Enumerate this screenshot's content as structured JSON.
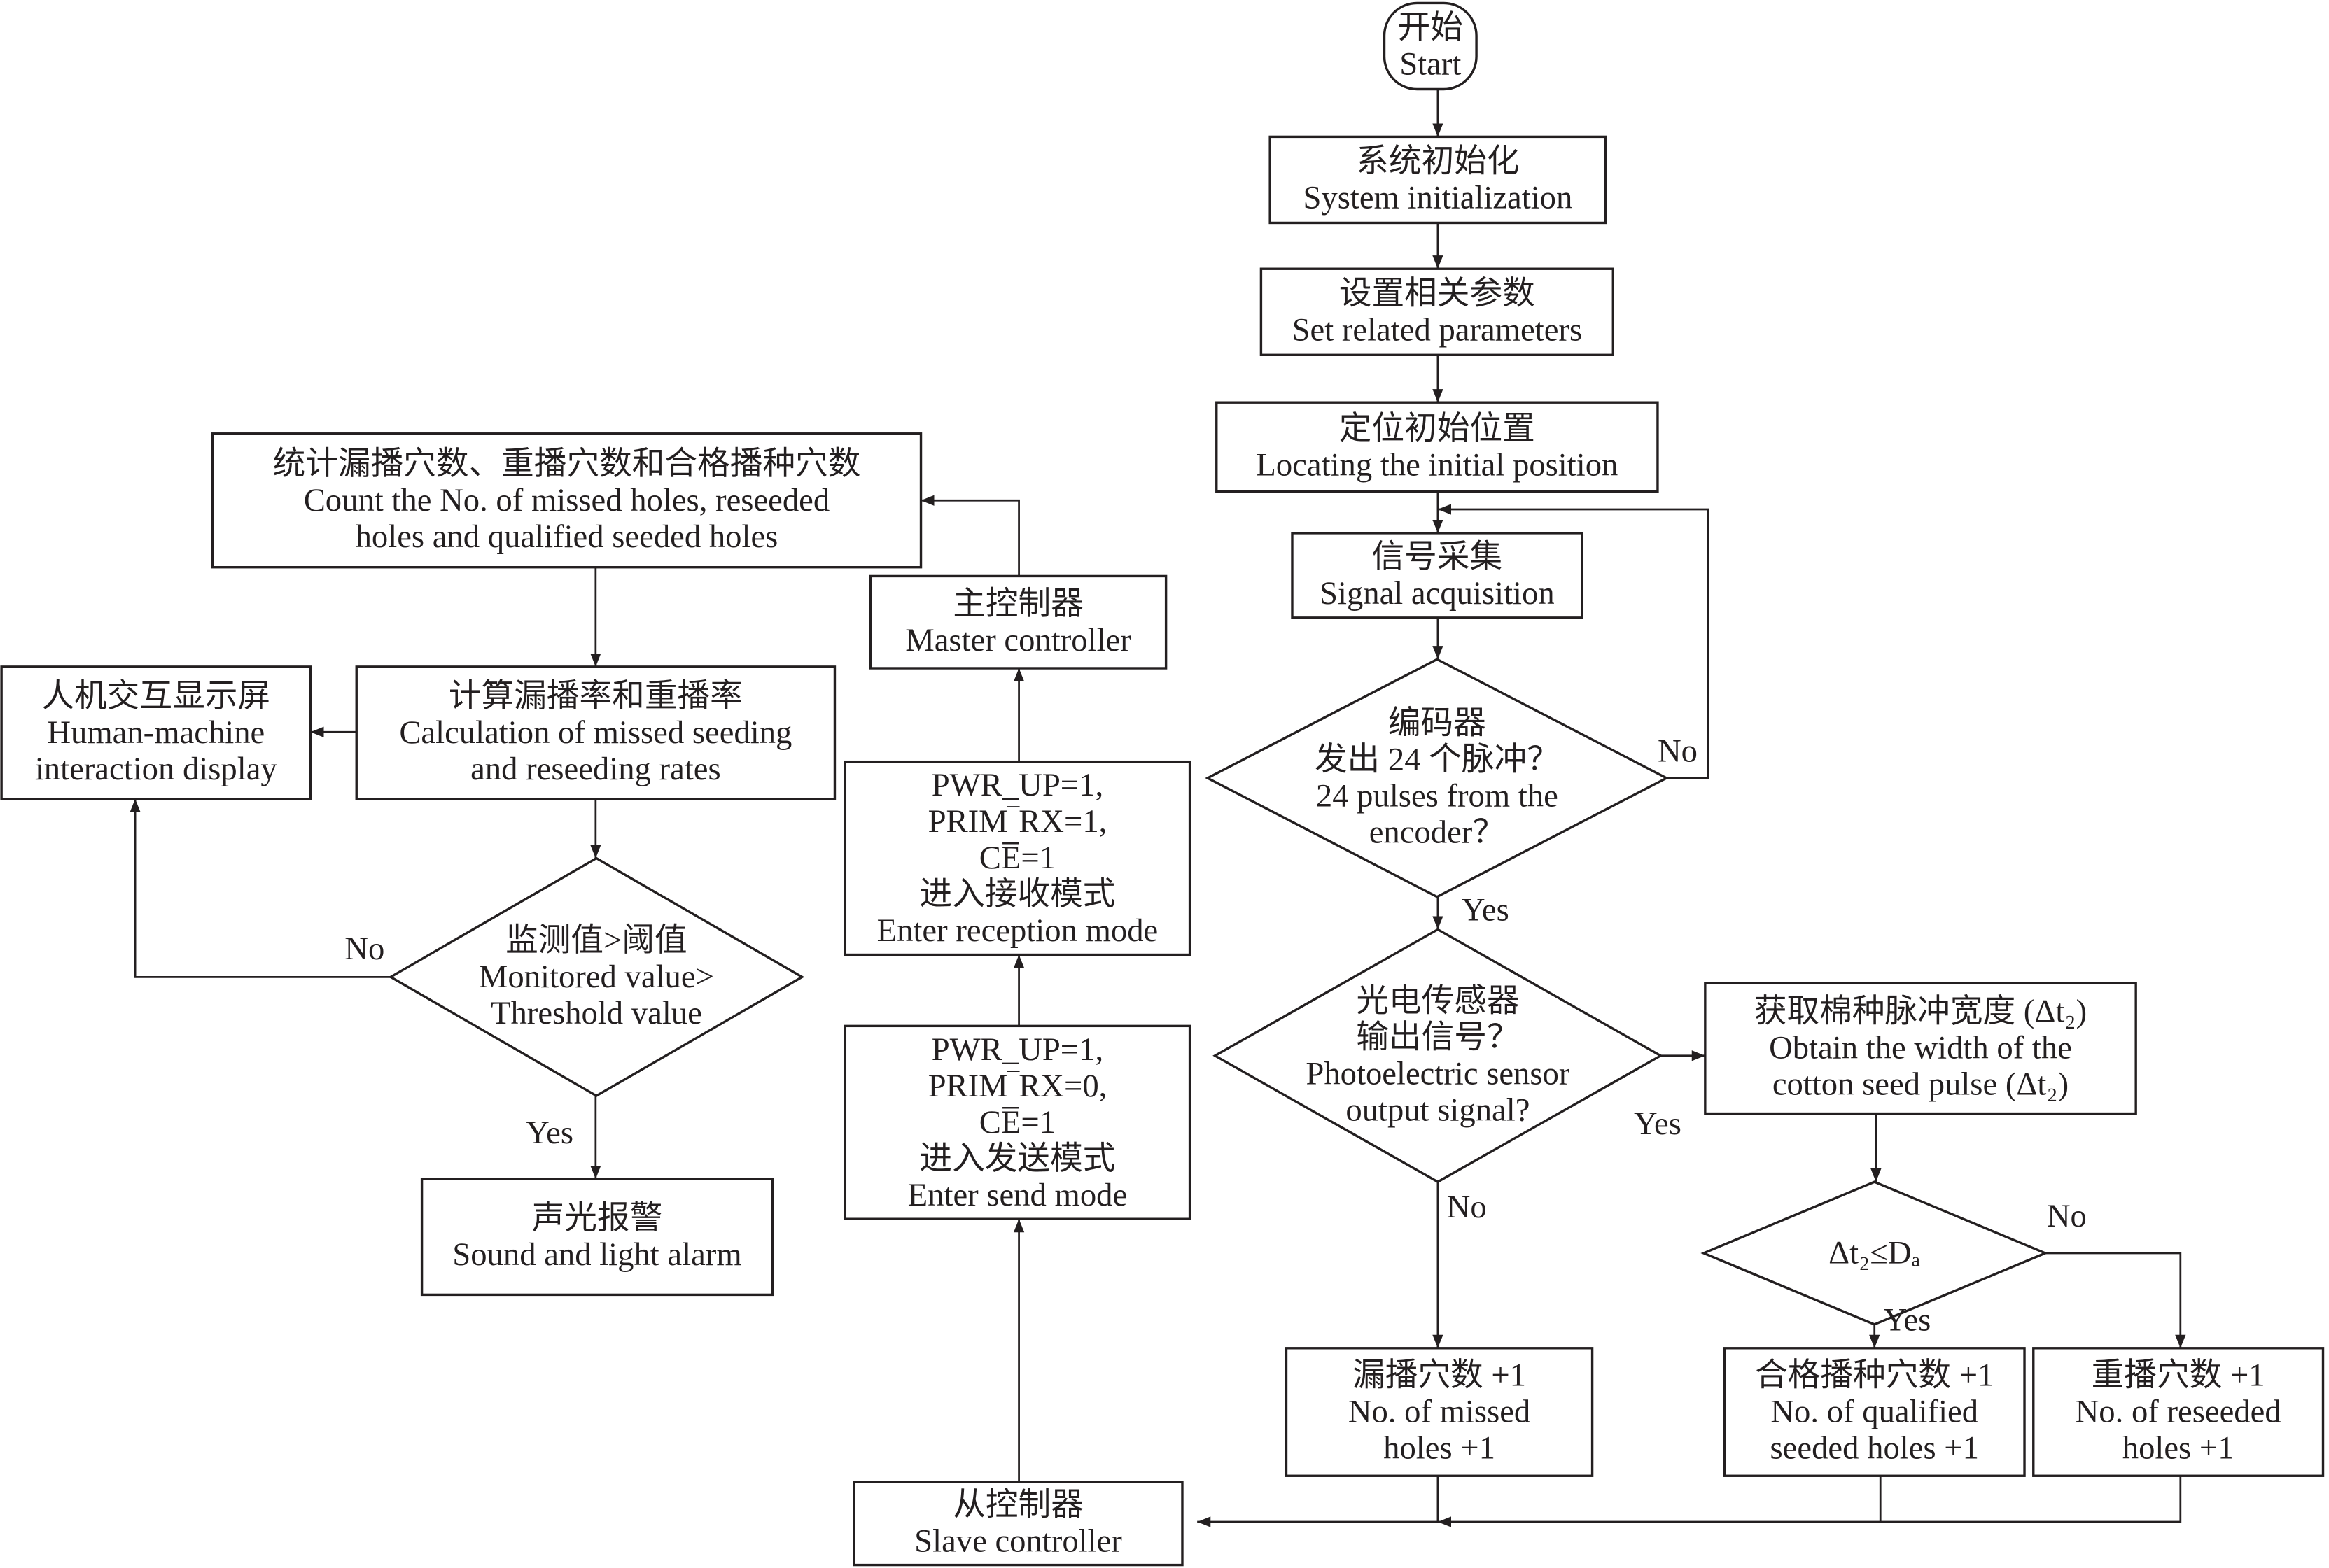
{
  "diagram": {
    "nodes": {
      "start": [
        "开始",
        "Start"
      ],
      "init": [
        "系统初始化",
        "System initialization"
      ],
      "params": [
        "设置相关参数",
        "Set related parameters"
      ],
      "locate": [
        "定位初始位置",
        "Locating the initial position"
      ],
      "signal": [
        "信号采集",
        "Signal acquisition"
      ],
      "encoder": [
        "编码器",
        "发出 24 个脉冲？",
        "24 pulses from the",
        "encoder？"
      ],
      "photo": [
        "光电传感器",
        "输出信号？",
        "Photoelectric sensor",
        "output signal?"
      ],
      "width": [
        "获取棉种脉冲宽度 (Δt₂)",
        "Obtain the width of the",
        "cotton seed pulse (Δt₂)"
      ],
      "cond": [
        "Δt₂≤Dₐ"
      ],
      "missed": [
        "漏播穴数 +1",
        "No. of missed",
        "holes +1"
      ],
      "qualified": [
        "合格播种穴数 +1",
        "No. of qualified",
        "seeded holes +1"
      ],
      "reseeded": [
        "重播穴数 +1",
        "No. of reseeded",
        "holes +1"
      ],
      "slave": [
        "从控制器",
        "Slave controller"
      ],
      "send": [
        "PWR_UP=1,",
        "PRIM‾RX=0,",
        "CE̅=1",
        "进入发送模式",
        "Enter send mode"
      ],
      "recv": [
        "PWR_UP=1,",
        "PRIM‾RX=1,",
        "CE̅=1",
        "进入接收模式",
        "Enter reception mode"
      ],
      "master": [
        "主控制器",
        "Master controller"
      ],
      "count": [
        "统计漏播穴数、重播穴数和合格播种穴数",
        "Count the No. of missed holes, reseeded",
        "holes and qualified seeded holes"
      ],
      "calc": [
        "计算漏播率和重播率",
        "Calculation of missed seeding",
        "and reseeding rates"
      ],
      "hmi": [
        "人机交互显示屏",
        "Human-machine",
        "interaction display"
      ],
      "threshold": [
        "监测值>阈值",
        "Monitored value>",
        "Threshold value"
      ],
      "alarm": [
        "声光报警",
        "Sound and light alarm"
      ]
    },
    "labels": {
      "yes": "Yes",
      "no": "No"
    }
  }
}
